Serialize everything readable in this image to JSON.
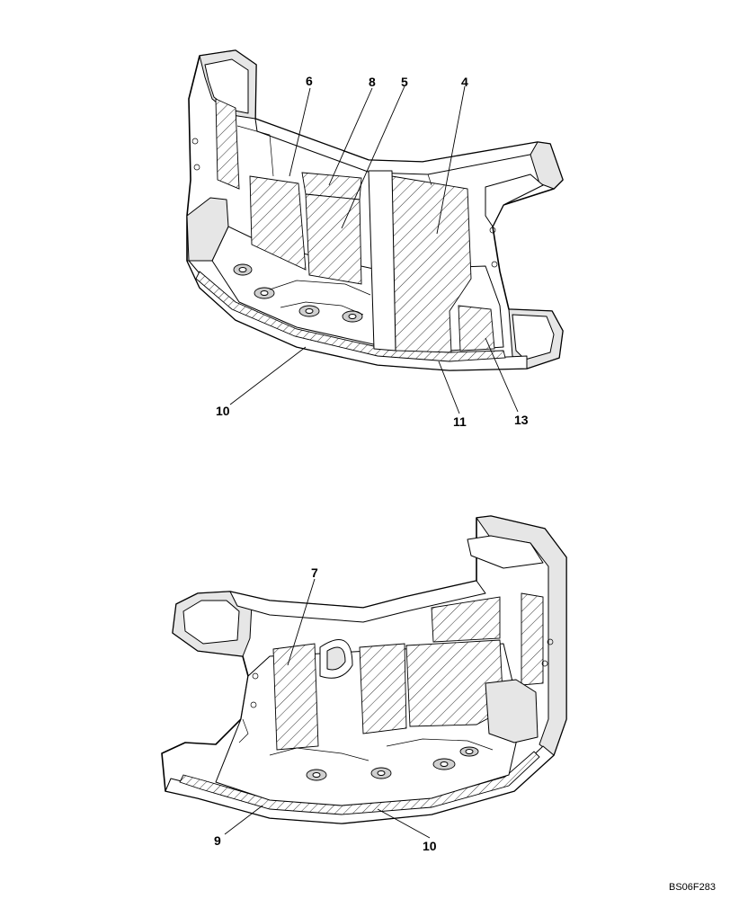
{
  "diagram": {
    "code": "BS06F283",
    "top_view": {
      "callouts": [
        "6",
        "8",
        "5",
        "4",
        "10",
        "11",
        "13"
      ]
    },
    "bottom_view": {
      "callouts": [
        "7",
        "9",
        "10"
      ]
    }
  }
}
